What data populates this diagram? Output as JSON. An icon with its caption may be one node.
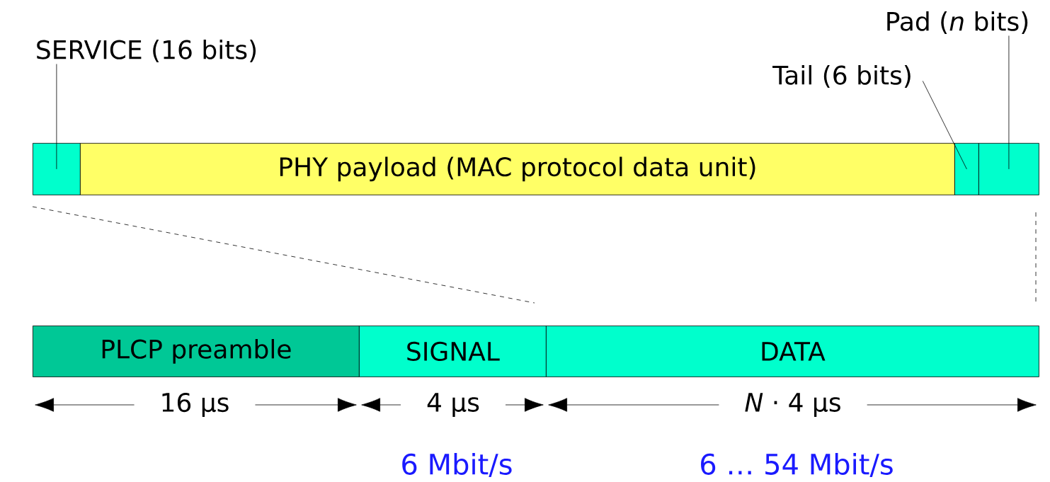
{
  "diagram": {
    "nodes": [
      {
        "text": [],
        "shape": "box"
      },
      {
        "text": [
          "PHY payload (MAC protocol data unit)"
        ]
      },
      {
        "text": [],
        "shape": "box"
      },
      {
        "text": [],
        "shape": "box"
      },
      {
        "text": [
          "SERVICE (16 bits)"
        ]
      },
      {
        "text": [
          "Tail (6 bits)"
        ]
      },
      {
        "text": [
          "Pad (*n* bits)"
        ]
      },
      {
        "text": [
          "PLCP preamble"
        ]
      },
      {
        "text": [
          "SIGNAL"
        ]
      },
      {
        "text": [
          "DATA"
        ]
      }
    ],
    "edges": [
      {
        "from": 4,
        "to": 0,
        "arrow": "none"
      },
      {
        "from": 5,
        "to": 2,
        "arrow": "none"
      },
      {
        "from": 6,
        "to": 3,
        "arrow": "none"
      }
    ],
    "labels": [
      "16 μs",
      "4 μs",
      "*N* · 4 μs",
      "6 Mbit/s",
      "6 … 54 Mbit/s"
    ]
  }
}
